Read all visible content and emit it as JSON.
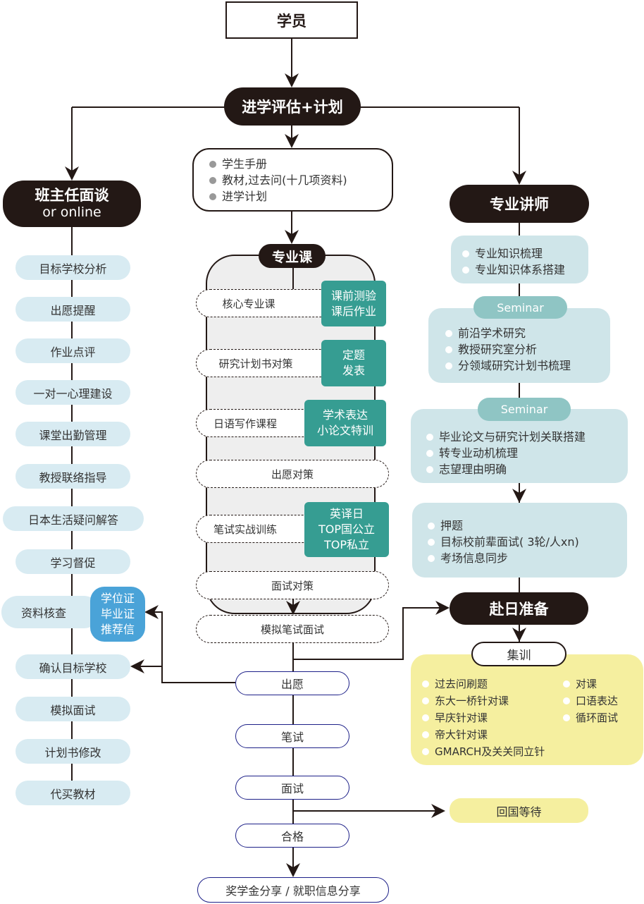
{
  "top": {
    "student": "学员",
    "assessment": "进学评估+计划",
    "materials": [
      "学生手册",
      "教材,过去问(十几项资料)",
      "进学计划"
    ]
  },
  "left": {
    "title": "班主任面谈",
    "subtitle": "or online",
    "items": [
      "目标学校分析",
      "出愿提醒",
      "作业点评",
      "一对一心理建设",
      "课堂出勤管理",
      "教授联络指导",
      "日本生活疑问解答",
      "学习督促",
      "资料核查",
      "确认目标学校",
      "模拟面试",
      "计划书修改",
      "代买教材"
    ],
    "docs_callout": [
      "学位证",
      "毕业证",
      "推荐信"
    ]
  },
  "center": {
    "title": "专业课",
    "steps": [
      "核心专业课",
      "研究计划书对策",
      "日语写作课程",
      "出愿对策",
      "笔试实战训练",
      "面试对策",
      "模拟笔试面试"
    ],
    "callouts": [
      [
        "课前测验",
        "课后作业"
      ],
      [
        "定题",
        "发表"
      ],
      [
        "学术表达",
        "小论文特训"
      ],
      [
        "英译日",
        "TOP国公立",
        "TOP私立"
      ]
    ],
    "flow": [
      "出愿",
      "笔试",
      "面试",
      "合格",
      "奖学金分享 / 就职信息分享"
    ]
  },
  "right": {
    "title": "专业讲师",
    "box1": [
      "专业知识梳理",
      "专业知识体系搭建"
    ],
    "seminar1": "Seminar",
    "box2": [
      "前沿学术研究",
      "教授研究室分析",
      "分领域研究计划书梳理"
    ],
    "seminar2": "Seminar",
    "box3": [
      "毕业论文与研究计划关联搭建",
      "转专业动机梳理",
      "志望理由明确"
    ],
    "box4": [
      "押题",
      "目标校前辈面试( 3轮/人xn)",
      "考场信息同步"
    ],
    "japan": "赴日准备",
    "training": "集训",
    "training_left": [
      "过去问刷题",
      "东大一桥针对课",
      "早庆针对课",
      "帝大针对课",
      "GMARCH及关关同立针"
    ],
    "training_right": [
      "对课",
      "口语表达",
      "循环面试"
    ],
    "return": "回国等待"
  },
  "colors": {
    "dark": "#231815",
    "light_blue": "#d8ebf2",
    "teal": "#369d92",
    "blue_callout": "#4aa3d8",
    "yellow": "#f5ef9f",
    "navy": "#1d2088"
  }
}
